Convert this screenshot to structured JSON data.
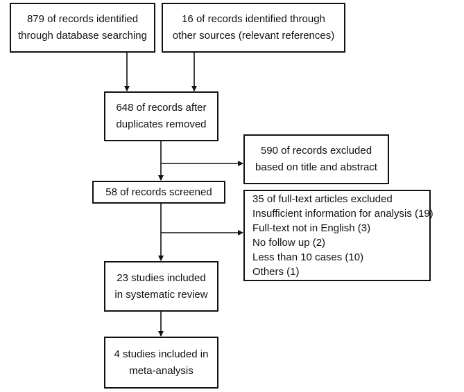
{
  "boxes": {
    "database": {
      "lines": [
        "879 of records identified",
        "through database searching"
      ]
    },
    "other_sources": {
      "lines": [
        "16 of records identified through",
        "other sources (relevant references)"
      ]
    },
    "after_duplicates": {
      "lines": [
        "648 of records after",
        "duplicates removed"
      ]
    },
    "excluded_title_abstract": {
      "lines": [
        "590 of records excluded",
        "based on title and abstract"
      ]
    },
    "screened": {
      "lines": [
        "58 of records screened"
      ]
    },
    "excluded_full_text": {
      "lines": [
        "35 of full-text articles excluded",
        "Insufficient information for analysis (19)",
        "Full-text not in English (3)",
        "No follow up (2)",
        "Less than 10 cases (10)",
        "Others (1)"
      ]
    },
    "systematic_review": {
      "lines": [
        "23 studies included",
        "in systematic review"
      ]
    },
    "meta_analysis": {
      "lines": [
        "4 studies included in",
        "meta-analysis"
      ]
    }
  },
  "colors": {
    "line": "#111111",
    "box_border": "#111111",
    "background": "#ffffff"
  }
}
